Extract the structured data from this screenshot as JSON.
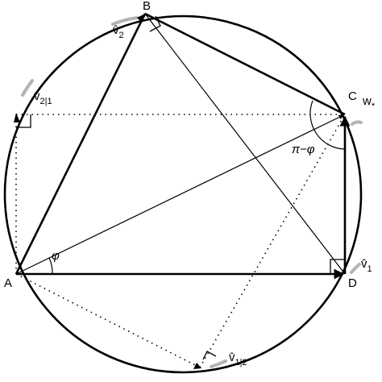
{
  "points": {
    "A": "A",
    "B": "B",
    "C": "C",
    "D": "D"
  },
  "vectors": {
    "w_star": {
      "base": "w",
      "sub": "*"
    },
    "v1": {
      "base": "v̂",
      "sub": "1"
    },
    "v2": {
      "base": "v̂",
      "sub": "2"
    },
    "v2_1": {
      "base": "v̂",
      "sub": "2|1"
    },
    "v1_2": {
      "base": "v̂",
      "sub": "1|2"
    }
  },
  "angles": {
    "phi": "φ",
    "pi_minus_phi": "π−φ"
  },
  "colors": {
    "ink": "#000000",
    "highlight": "#b3b3b3"
  }
}
